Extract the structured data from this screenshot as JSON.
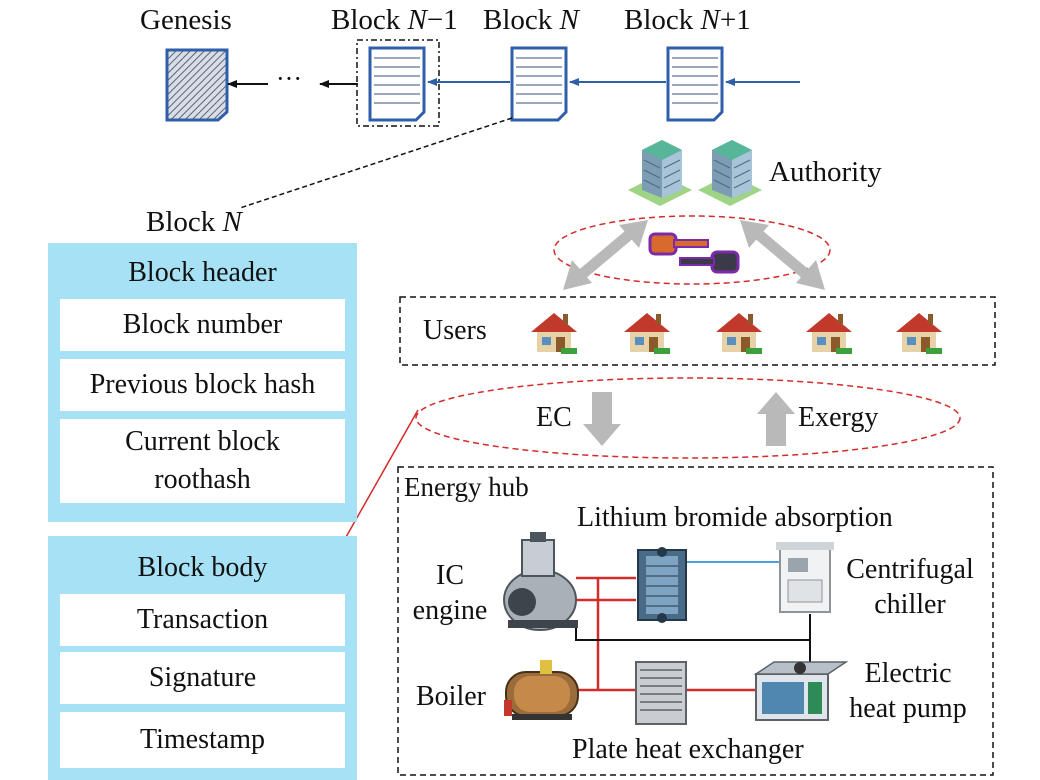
{
  "chain": {
    "genesis": "Genesis",
    "ellipsis": "···",
    "block_prefix": "Block ",
    "block_n_minus_1": {
      "var": "N",
      "suffix": "−1"
    },
    "block_n": {
      "var": "N",
      "suffix": ""
    },
    "block_n_plus_1": {
      "var": "N",
      "suffix": "+1"
    }
  },
  "detail_label": {
    "prefix": "Block ",
    "var": "N"
  },
  "header_panel": {
    "title": "Block header",
    "fields": [
      "Block number",
      "Previous block hash",
      "Current block\nroothash"
    ]
  },
  "body_panel": {
    "title": "Block body",
    "fields": [
      "Transaction",
      "Signature",
      "Timestamp"
    ]
  },
  "authority": "Authority",
  "users": "Users",
  "flows": {
    "down": "EC",
    "up": "Exergy"
  },
  "hub": {
    "title": "Energy hub",
    "lithium": "Lithium bromide absorption",
    "ic_engine": "IC\nengine",
    "chiller": "Centrifugal\nchiller",
    "boiler": "Boiler",
    "heat_pump": "Electric\nheat pump",
    "plate": "Plate heat exchanger"
  },
  "colors": {
    "panel": "#a6e1f5",
    "block_blue": "#2f5fa8",
    "link_red": "#d42b2b",
    "arrow_gray": "#b9b9b9"
  }
}
